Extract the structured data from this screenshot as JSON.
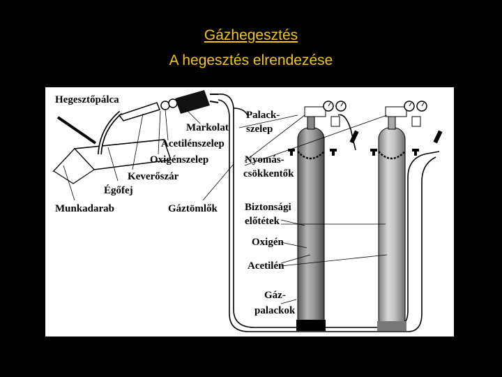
{
  "slide": {
    "title": "Gázhegesztés",
    "subtitle": "A hegesztés elrendezése"
  },
  "diagram": {
    "labels": {
      "hegesztopalca": "Hegesztőpálca",
      "markolat": "Markolat",
      "acetilenszelep": "Acetilénszelep",
      "oxigenszelep": "Oxigénszelep",
      "keveroszar": "Keverőszár",
      "egofej": "Égőfej",
      "munkadarab": "Munkadarab",
      "gaztomlok": "Gáztömlők",
      "palackszelep_1": "Palack-",
      "palackszelep_2": "szelep",
      "nyomascsokkentok_1": "Nyomás-",
      "nyomascsokkentok_2": "csökkentők",
      "biztonsagi_1": "Biztonsági",
      "biztonsagi_2": "előtétek",
      "oxigen": "Oxigén",
      "acetilen": "Acetilén",
      "gazpalackok_1": "Gáz-",
      "gazpalackok_2": "palackok"
    }
  },
  "colors": {
    "background": "#000000",
    "title": "#f5c518",
    "panel": "#ffffff",
    "oxygen_cylinder": "#8c8c8c",
    "acetylene_cylinder": "#b8b8b8"
  }
}
